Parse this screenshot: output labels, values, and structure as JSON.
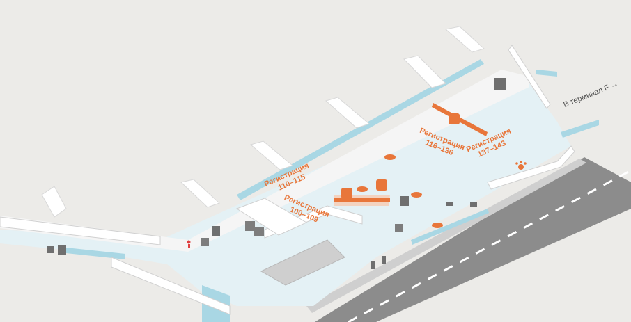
{
  "map": {
    "labels": {
      "checkin_110_115": {
        "line1": "Регистрация",
        "line2": "110–115"
      },
      "checkin_100_109": {
        "line1": "Регистрация",
        "line2": "100–109"
      },
      "checkin_116_136": {
        "line1": "Регистрация",
        "line2": "116–136"
      },
      "checkin_137_143": {
        "line1": "Регистрация",
        "line2": "137–143"
      }
    },
    "navigation": {
      "to_terminal_f": "В терминал F →"
    },
    "icons": [
      "checkin-kiosk-icon",
      "escalator-icon",
      "elevator-icon",
      "person-icon",
      "paw-icon",
      "security-gate-icon"
    ],
    "colors": {
      "background": "#ecebe8",
      "floor": "#e4f1f5",
      "wall": "#ffffff",
      "glass": "#a9d7e4",
      "accent": "#e8763a",
      "road": "#8c8c8c"
    }
  }
}
